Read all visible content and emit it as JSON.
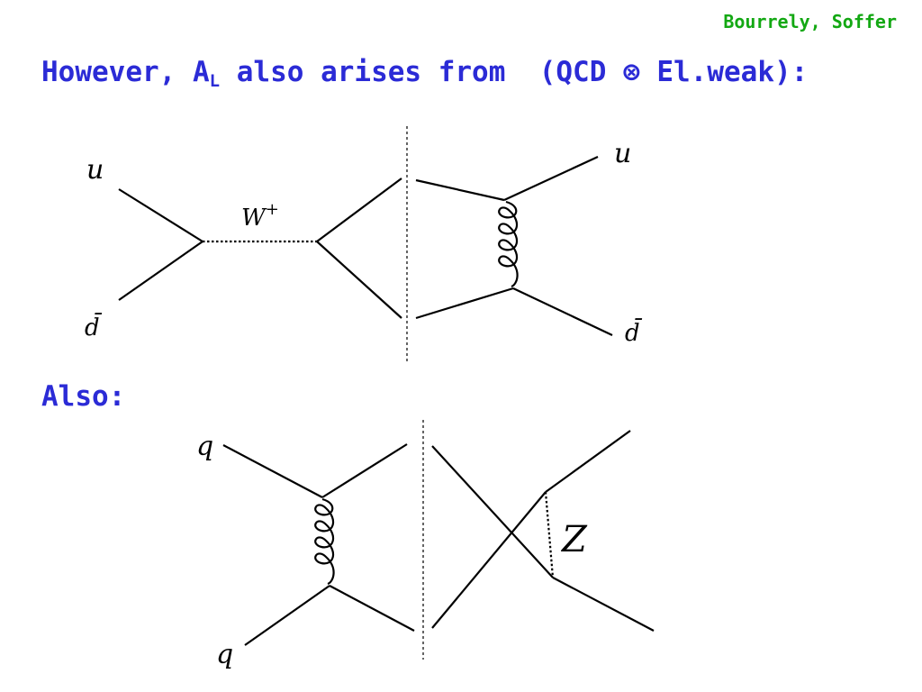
{
  "credit": "Bourrely, Soffer",
  "heading": {
    "prefix": "However, A",
    "subscript": "L",
    "suffix": " also arises from  (QCD ⊗ El.weak):"
  },
  "also_label": "Also:",
  "diagram1": {
    "label_u_in": "u",
    "label_dbar_in": "d̄",
    "label_w": "W",
    "label_w_sup": "+",
    "label_u_out": "u",
    "label_dbar_out": "d̄"
  },
  "diagram2": {
    "label_q_top": "q",
    "label_q_bottom": "q",
    "label_z": "Z"
  },
  "colors": {
    "heading": "#2b2bd6",
    "credit": "#13a813",
    "lines": "#000000"
  }
}
